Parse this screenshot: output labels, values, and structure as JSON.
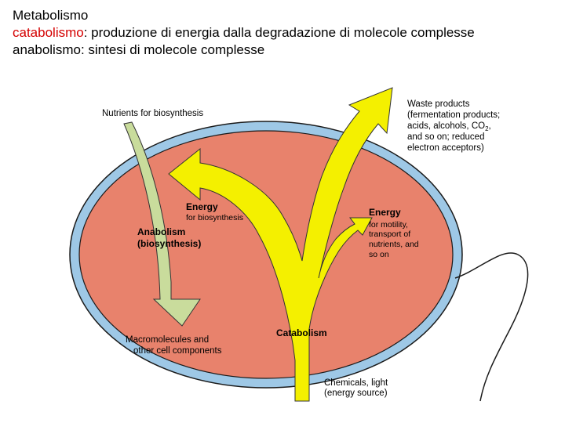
{
  "header": {
    "title": "Metabolismo",
    "line2_term": "catabolismo",
    "line2_rest": ": produzione di energia dalla degradazione di molecole complesse",
    "line3": "anabolismo: sintesi di molecole complesse"
  },
  "diagram": {
    "nutrients": "Nutrients for biosynthesis",
    "waste_1": "Waste products",
    "waste_2": "(fermentation products;",
    "waste_3": "acids, alcohols, CO",
    "waste_3_sub": "2",
    "waste_3_end": ",",
    "waste_4": "and so on; reduced",
    "waste_5": "electron acceptors)",
    "energy_bio_title": "Energy",
    "energy_bio_sub": "for biosynthesis",
    "anabolism_1": "Anabolism",
    "anabolism_2": "(biosynthesis)",
    "energy_mot_title": "Energy",
    "energy_mot_1": "for motility,",
    "energy_mot_2": "transport of",
    "energy_mot_3": "nutrients, and",
    "energy_mot_4": "so on",
    "macro_1": "Macromolecules and",
    "macro_2": "other cell components",
    "catabolism": "Catabolism",
    "chem_1": "Chemicals, light",
    "chem_2": "(energy source)"
  },
  "colors": {
    "membrane": "#9ec8e6",
    "cytoplasm": "#e8826c",
    "catabolic_arrow": "#f4f000",
    "anabolic_arrow": "#c9dc9c",
    "term_highlight": "#d40000"
  }
}
